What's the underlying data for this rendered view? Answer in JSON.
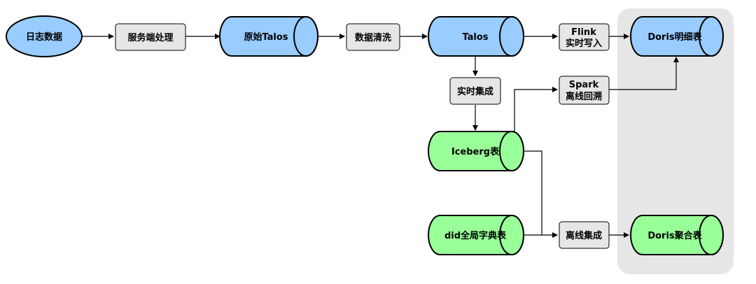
{
  "colors": {
    "blue_fill": "#99ccff",
    "green_fill": "#99ff99",
    "process_fill": "#e6e6e6",
    "group_bg": "#e6e6e6",
    "stroke": "#000000"
  },
  "nodes": {
    "log_data": "日志数据",
    "server_processing": "服务端处理",
    "raw_talos": "原始Talos",
    "data_cleaning": "数据清洗",
    "talos": "Talos",
    "flink_write": [
      "Flink",
      "实时写入"
    ],
    "doris_detail": "Doris明细表",
    "realtime_integration": "实时集成",
    "spark_backfill": [
      "Spark",
      "离线回溯"
    ],
    "iceberg": "Iceberg表",
    "did_dict": "did全局字典表",
    "offline_integration": "离线集成",
    "doris_agg": "Doris聚合表"
  }
}
